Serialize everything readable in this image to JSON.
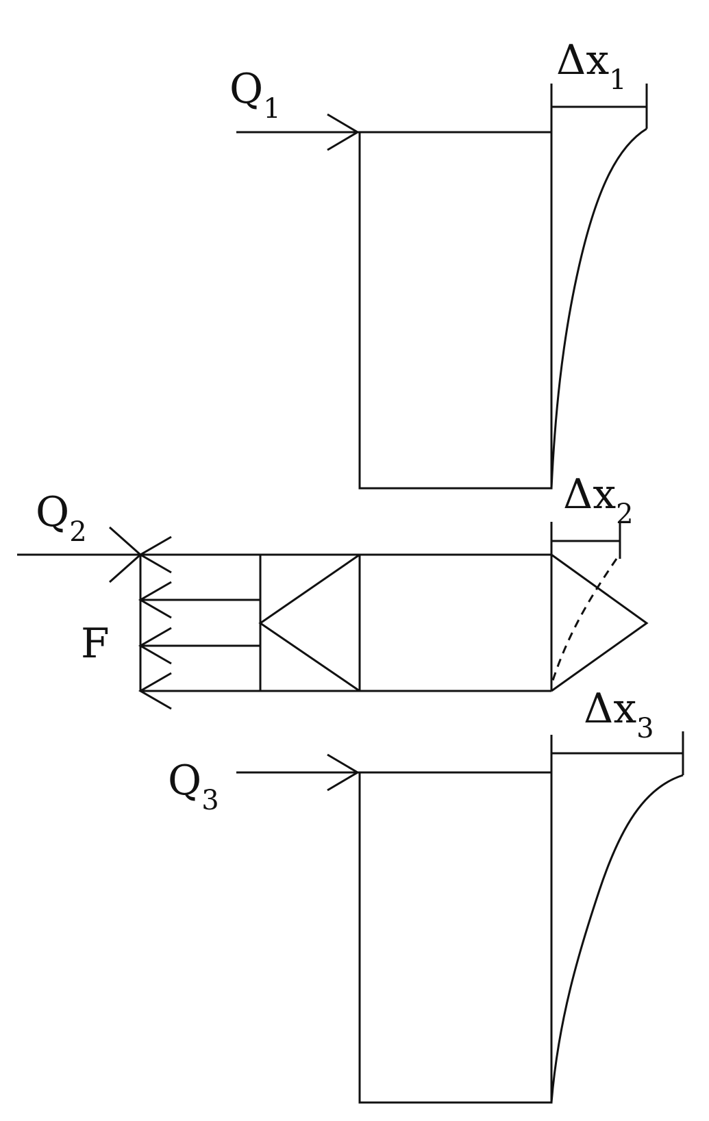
{
  "labels": {
    "q1": {
      "main": "Q",
      "sub": "1"
    },
    "q2": {
      "main": "Q",
      "sub": "2"
    },
    "q3": {
      "main": "Q",
      "sub": "3"
    },
    "f": "F",
    "dx1": {
      "main": "Δx",
      "sub": "1"
    },
    "dx2": {
      "main": "Δx",
      "sub": "2"
    },
    "dx3": {
      "main": "Δx",
      "sub": "3"
    }
  },
  "colors": {
    "line": "#111111",
    "background": "#ffffff"
  }
}
